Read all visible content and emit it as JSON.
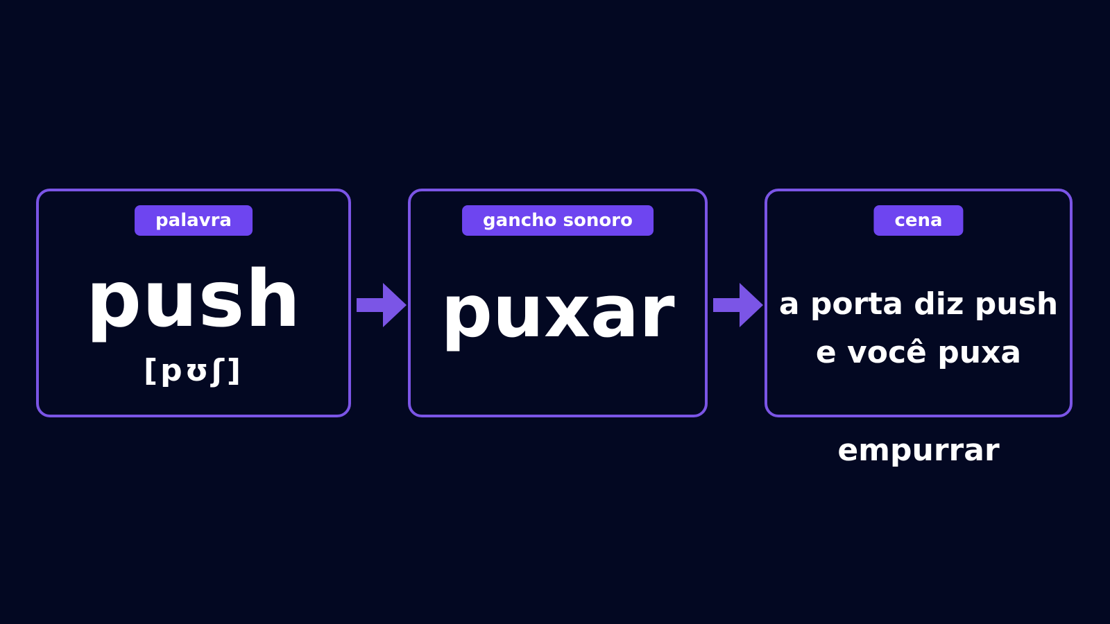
{
  "cards": {
    "word": {
      "tag": "palavra",
      "main": "push",
      "ipa": "[pʊʃ]"
    },
    "hook": {
      "tag": "gancho sonoro",
      "main": "puxar"
    },
    "scene": {
      "tag": "cena",
      "line1": "a porta diz push",
      "line2": "e você puxa"
    }
  },
  "below_scene": "empurrar",
  "colors": {
    "background": "#030822",
    "card_border": "#7b55e6",
    "tag_fill": "#6e45f0",
    "arrow": "#7b55e6",
    "text": "#ffffff"
  },
  "icons": {
    "connector": "arrow-right-icon"
  }
}
